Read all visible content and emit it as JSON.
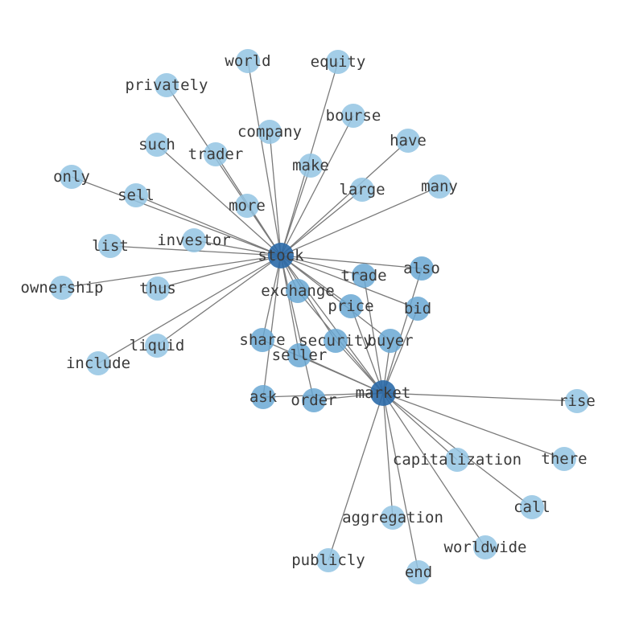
{
  "colors": {
    "light": "#93c4e3",
    "medium": "#6aa8d4",
    "dark": "#2b6aa8",
    "edge": "#7a7a7a",
    "label": "#3a3a3a"
  },
  "nodes": [
    {
      "id": "stock",
      "label": "stock",
      "tone": "dark"
    },
    {
      "id": "market",
      "label": "market",
      "tone": "dark"
    },
    {
      "id": "world",
      "label": "world",
      "tone": "light"
    },
    {
      "id": "equity",
      "label": "equity",
      "tone": "light"
    },
    {
      "id": "privately",
      "label": "privately",
      "tone": "light"
    },
    {
      "id": "bourse",
      "label": "bourse",
      "tone": "light"
    },
    {
      "id": "company",
      "label": "company",
      "tone": "light"
    },
    {
      "id": "have",
      "label": "have",
      "tone": "light"
    },
    {
      "id": "such",
      "label": "such",
      "tone": "light"
    },
    {
      "id": "trader",
      "label": "trader",
      "tone": "light"
    },
    {
      "id": "make",
      "label": "make",
      "tone": "light"
    },
    {
      "id": "only",
      "label": "only",
      "tone": "light"
    },
    {
      "id": "large",
      "label": "large",
      "tone": "light"
    },
    {
      "id": "many",
      "label": "many",
      "tone": "light"
    },
    {
      "id": "sell",
      "label": "sell",
      "tone": "light"
    },
    {
      "id": "more",
      "label": "more",
      "tone": "light"
    },
    {
      "id": "list",
      "label": "list",
      "tone": "light"
    },
    {
      "id": "investor",
      "label": "investor",
      "tone": "light"
    },
    {
      "id": "ownership",
      "label": "ownership",
      "tone": "light"
    },
    {
      "id": "thus",
      "label": "thus",
      "tone": "light"
    },
    {
      "id": "include",
      "label": "include",
      "tone": "light"
    },
    {
      "id": "liquid",
      "label": "liquid",
      "tone": "light"
    },
    {
      "id": "also",
      "label": "also",
      "tone": "medium"
    },
    {
      "id": "trade",
      "label": "trade",
      "tone": "medium"
    },
    {
      "id": "exchange",
      "label": "exchange",
      "tone": "medium"
    },
    {
      "id": "price",
      "label": "price",
      "tone": "medium"
    },
    {
      "id": "bid",
      "label": "bid",
      "tone": "medium"
    },
    {
      "id": "share",
      "label": "share",
      "tone": "medium"
    },
    {
      "id": "security",
      "label": "security",
      "tone": "medium"
    },
    {
      "id": "buyer",
      "label": "buyer",
      "tone": "medium"
    },
    {
      "id": "seller",
      "label": "seller",
      "tone": "medium"
    },
    {
      "id": "ask",
      "label": "ask",
      "tone": "medium"
    },
    {
      "id": "order",
      "label": "order",
      "tone": "medium"
    },
    {
      "id": "rise",
      "label": "rise",
      "tone": "light"
    },
    {
      "id": "capitalization",
      "label": "capitalization",
      "tone": "light"
    },
    {
      "id": "there",
      "label": "there",
      "tone": "light"
    },
    {
      "id": "call",
      "label": "call",
      "tone": "light"
    },
    {
      "id": "aggregation",
      "label": "aggregation",
      "tone": "light"
    },
    {
      "id": "worldwide",
      "label": "worldwide",
      "tone": "light"
    },
    {
      "id": "publicly",
      "label": "publicly",
      "tone": "light"
    },
    {
      "id": "end",
      "label": "end",
      "tone": "light"
    }
  ],
  "edges": [
    [
      "stock",
      "world"
    ],
    [
      "stock",
      "equity"
    ],
    [
      "stock",
      "privately"
    ],
    [
      "stock",
      "bourse"
    ],
    [
      "stock",
      "company"
    ],
    [
      "stock",
      "have"
    ],
    [
      "stock",
      "such"
    ],
    [
      "stock",
      "trader"
    ],
    [
      "stock",
      "make"
    ],
    [
      "stock",
      "only"
    ],
    [
      "stock",
      "large"
    ],
    [
      "stock",
      "many"
    ],
    [
      "stock",
      "sell"
    ],
    [
      "stock",
      "more"
    ],
    [
      "stock",
      "list"
    ],
    [
      "stock",
      "investor"
    ],
    [
      "stock",
      "ownership"
    ],
    [
      "stock",
      "thus"
    ],
    [
      "stock",
      "include"
    ],
    [
      "stock",
      "liquid"
    ],
    [
      "stock",
      "also"
    ],
    [
      "stock",
      "trade"
    ],
    [
      "stock",
      "exchange"
    ],
    [
      "stock",
      "price"
    ],
    [
      "stock",
      "bid"
    ],
    [
      "stock",
      "share"
    ],
    [
      "stock",
      "security"
    ],
    [
      "stock",
      "buyer"
    ],
    [
      "stock",
      "seller"
    ],
    [
      "stock",
      "ask"
    ],
    [
      "stock",
      "order"
    ],
    [
      "stock",
      "market"
    ],
    [
      "market",
      "also"
    ],
    [
      "market",
      "trade"
    ],
    [
      "market",
      "exchange"
    ],
    [
      "market",
      "price"
    ],
    [
      "market",
      "bid"
    ],
    [
      "market",
      "share"
    ],
    [
      "market",
      "security"
    ],
    [
      "market",
      "buyer"
    ],
    [
      "market",
      "seller"
    ],
    [
      "market",
      "ask"
    ],
    [
      "market",
      "order"
    ],
    [
      "market",
      "rise"
    ],
    [
      "market",
      "capitalization"
    ],
    [
      "market",
      "there"
    ],
    [
      "market",
      "call"
    ],
    [
      "market",
      "aggregation"
    ],
    [
      "market",
      "worldwide"
    ],
    [
      "market",
      "publicly"
    ],
    [
      "market",
      "end"
    ]
  ]
}
